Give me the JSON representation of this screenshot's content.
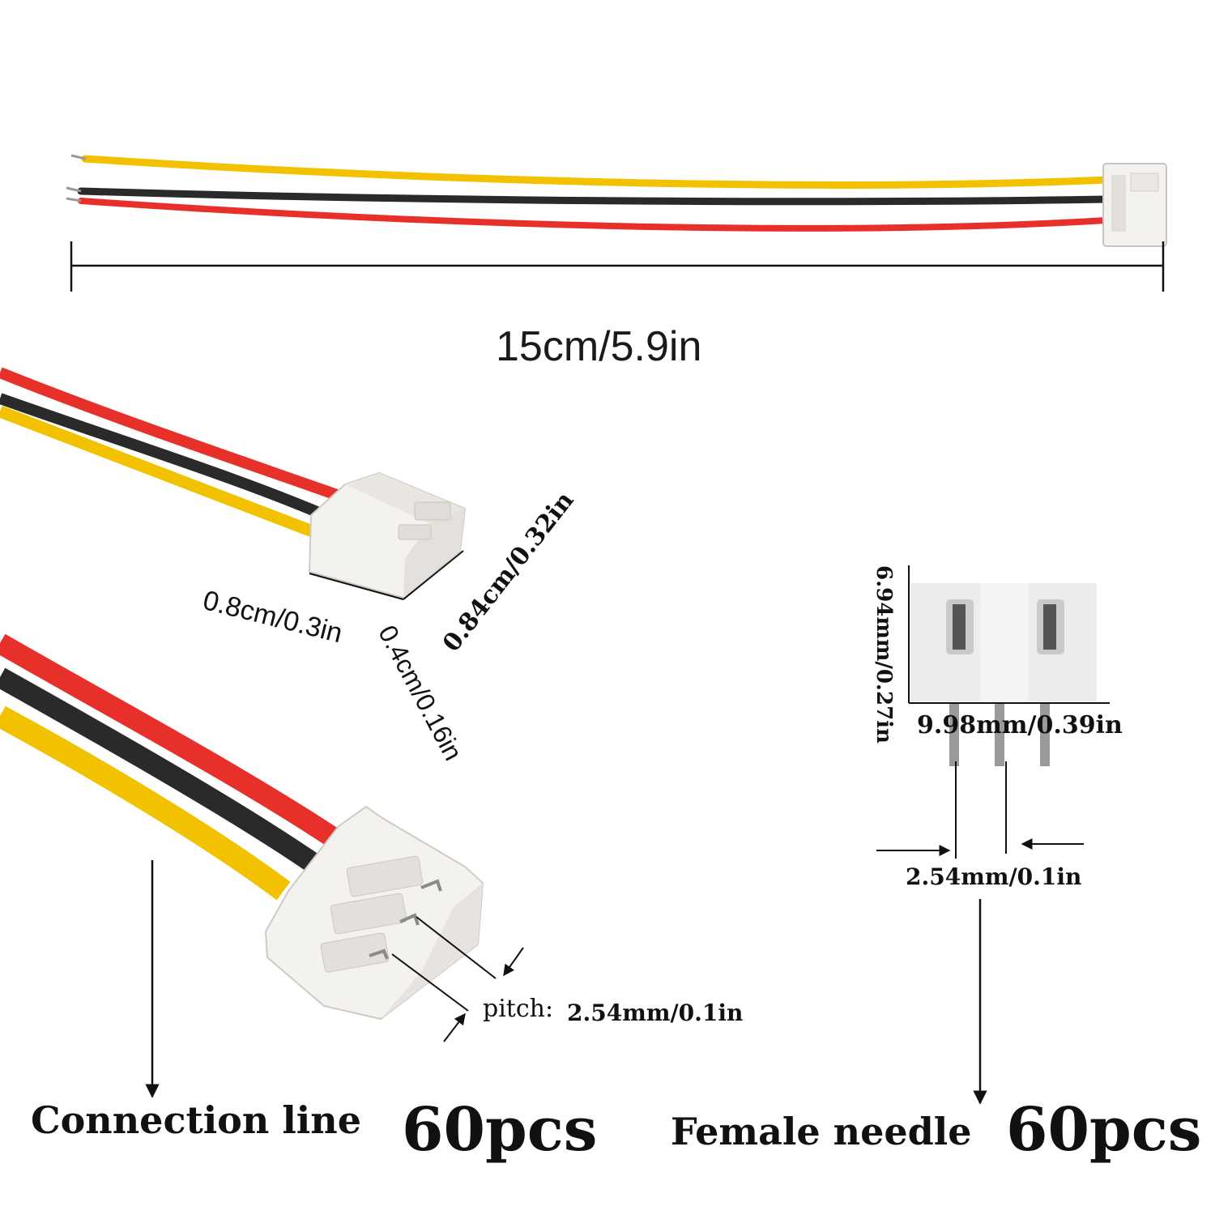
{
  "dimensions": {
    "cable_length": "15cm/5.9in",
    "housing_width": "0.8cm/0.3in",
    "housing_height": "0.84cm/0.32in",
    "housing_depth": "0.4cm/0.16in",
    "pitch_prefix": "pitch:",
    "pitch_value": "2.54mm/0.1in",
    "female_height": "6.94mm/0.27in",
    "female_width": "9.98mm/0.39in",
    "female_pitch": "2.54mm/0.1in"
  },
  "products": {
    "connection_line": {
      "label": "Connection line",
      "quantity": "60pcs"
    },
    "female_needle": {
      "label": "Female needle",
      "quantity": "60pcs"
    }
  },
  "wire_colors": {
    "yellow": "#f2c200",
    "black": "#2a2a2a",
    "red": "#e8302a"
  },
  "connector_color": "#f4f2ef"
}
